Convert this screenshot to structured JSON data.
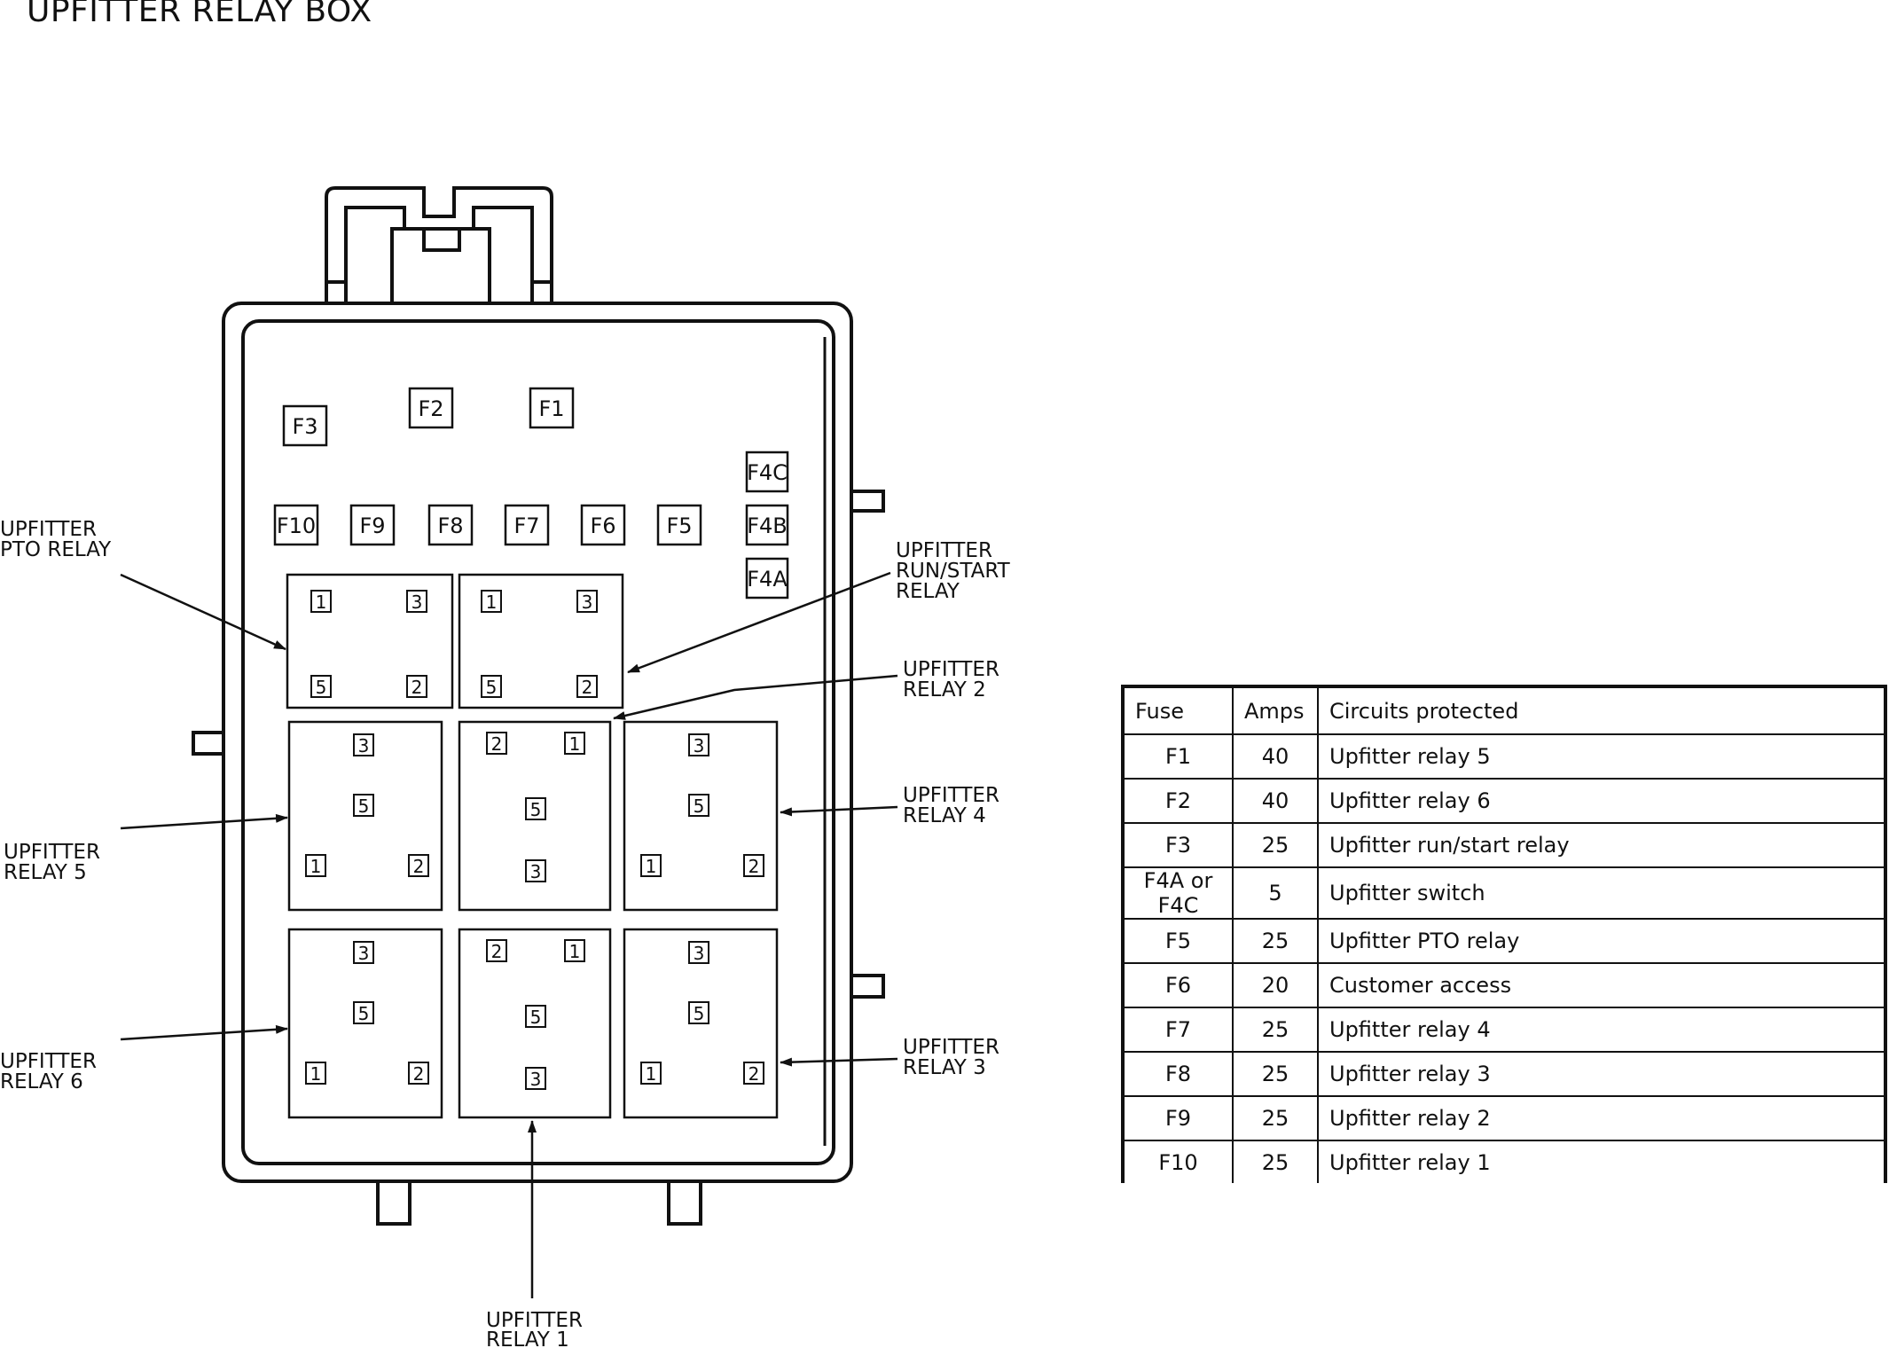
{
  "title": "UPFITTER RELAY BOX",
  "fuses_top": [
    "F3",
    "F2",
    "F1"
  ],
  "fuses_row": [
    "F10",
    "F9",
    "F8",
    "F7",
    "F6",
    "F5"
  ],
  "fuses_col": [
    "F4C",
    "F4B",
    "F4A"
  ],
  "terminals": {
    "t1": "1",
    "t2": "2",
    "t3": "3",
    "t5": "5"
  },
  "callouts": {
    "pto": [
      "UPFITTER",
      "PTO RELAY"
    ],
    "runstart": [
      "UPFITTER",
      "RUN/START",
      "RELAY"
    ],
    "relay2": [
      "UPFITTER",
      "RELAY 2"
    ],
    "relay4": [
      "UPFITTER",
      "RELAY 4"
    ],
    "relay5": [
      "UPFITTER",
      "RELAY 5"
    ],
    "relay6": [
      "UPFITTER",
      "RELAY 6"
    ],
    "relay3": [
      "UPFITTER",
      "RELAY 3"
    ],
    "relay1": [
      "UPFITTER",
      "RELAY 1"
    ]
  },
  "table": {
    "headers": [
      "Fuse",
      "Amps",
      "Circuits protected"
    ],
    "rows": [
      [
        "F1",
        "40",
        "Upfitter relay 5"
      ],
      [
        "F2",
        "40",
        "Upfitter relay 6"
      ],
      [
        "F3",
        "25",
        "Upfitter run/start relay"
      ],
      [
        "F4A or F4C",
        "5",
        "Upfitter switch"
      ],
      [
        "F5",
        "25",
        "Upfitter PTO relay"
      ],
      [
        "F6",
        "20",
        "Customer access"
      ],
      [
        "F7",
        "25",
        "Upfitter relay 4"
      ],
      [
        "F8",
        "25",
        "Upfitter relay 3"
      ],
      [
        "F9",
        "25",
        "Upfitter relay 2"
      ],
      [
        "F10",
        "25",
        "Upfitter relay 1"
      ]
    ]
  }
}
